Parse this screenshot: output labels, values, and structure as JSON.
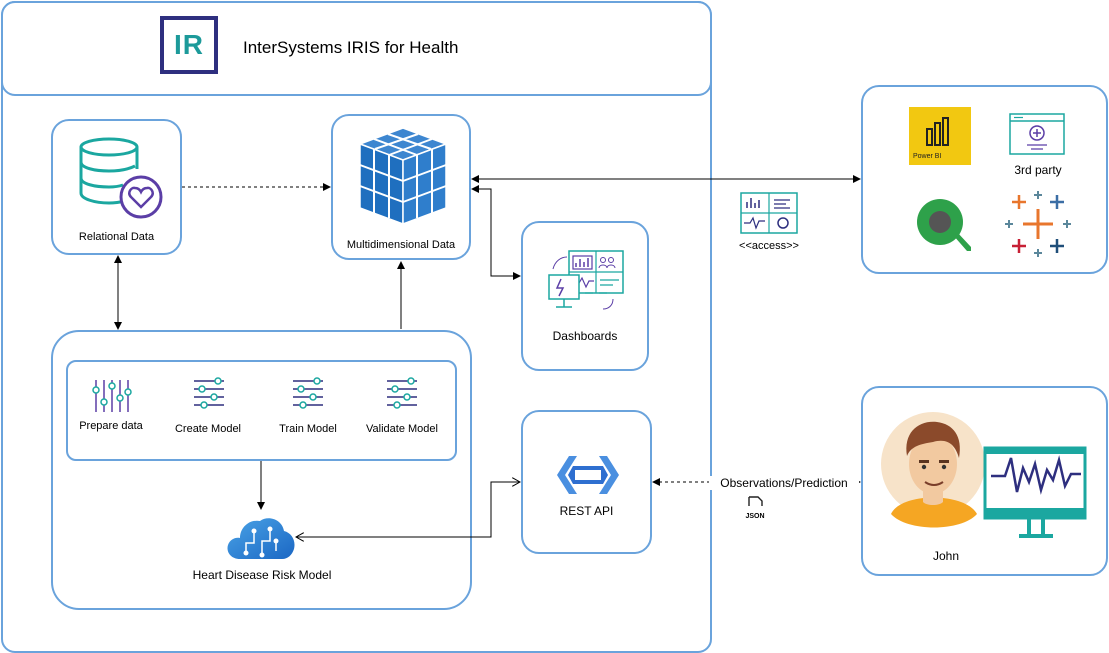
{
  "header": {
    "logo_text": "IR",
    "title": "InterSystems IRIS for Health"
  },
  "nodes": {
    "relational": "Relational Data",
    "multidimensional": "Multidimensional Data",
    "dashboards": "Dashboards",
    "rest_api": "REST API",
    "model": "Heart Disease Risk Model"
  },
  "ml_steps": [
    "Prepare data",
    "Create Model",
    "Train Model",
    "Validate Model"
  ],
  "bi_tools": {
    "power_bi": "Power BI",
    "third_party": "3rd party"
  },
  "connectors": {
    "access": "<<access>>",
    "observations": "Observations/Prediction",
    "json": "JSON"
  },
  "user": {
    "name": "John"
  },
  "colors": {
    "border": "#6aa3dc",
    "logo": "#1c9a9a",
    "logo_frame": "#2e2f7f",
    "cube": "#1f6fbf"
  }
}
